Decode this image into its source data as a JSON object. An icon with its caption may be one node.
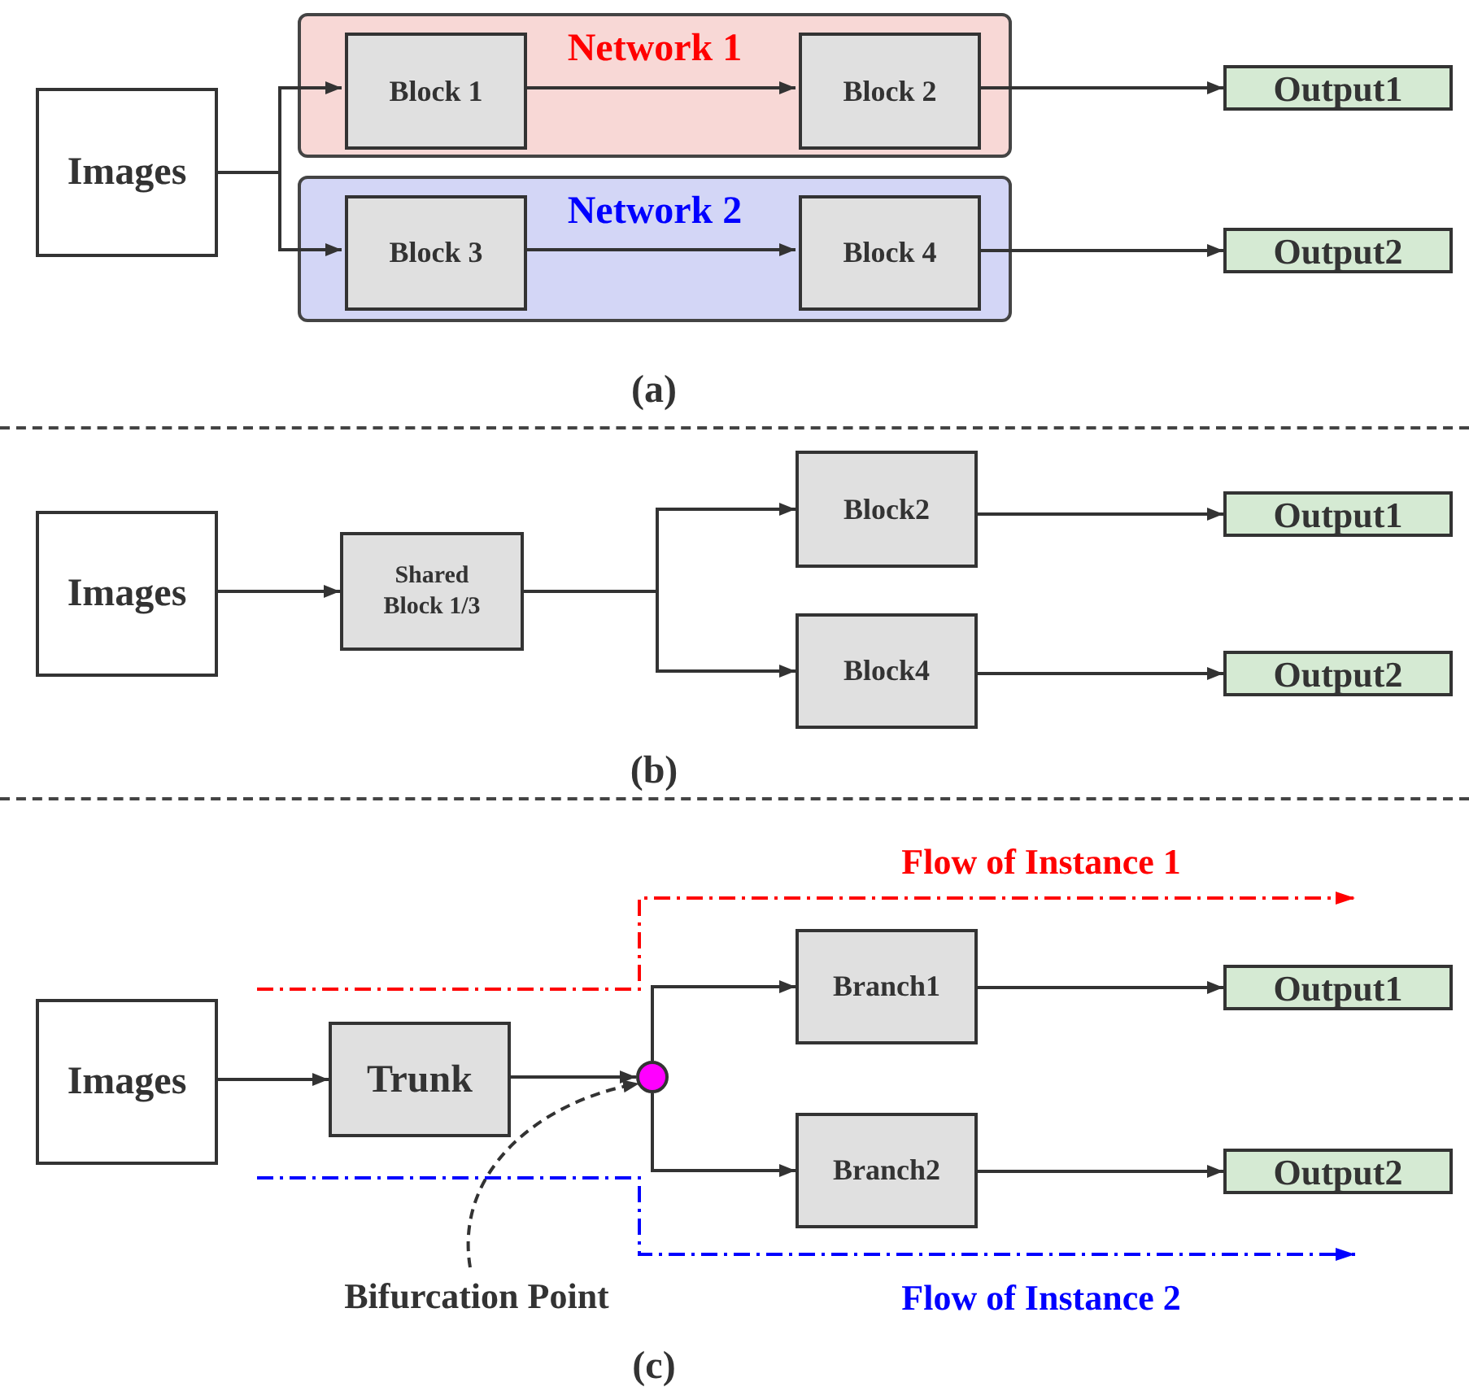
{
  "diagram": {
    "nodes": [
      {
        "text": [
          "Images"
        ]
      },
      {
        "text": [
          "Network 1"
        ]
      },
      {
        "text": [
          "Block 1"
        ],
        "in": 1
      },
      {
        "text": [
          "Block 2"
        ],
        "in": 1
      },
      {
        "text": [
          "Network 2"
        ]
      },
      {
        "text": [
          "Block 3"
        ],
        "in": 4
      },
      {
        "text": [
          "Block 4"
        ],
        "in": 4
      },
      {
        "text": [
          "Output1"
        ]
      },
      {
        "text": [
          "Output2"
        ]
      },
      {
        "text": [
          "Images"
        ]
      },
      {
        "text": [
          "Shared Block 1/3"
        ]
      },
      {
        "text": [
          "Block2"
        ]
      },
      {
        "text": [
          "Block4"
        ]
      },
      {
        "text": [
          "Output1"
        ]
      },
      {
        "text": [
          "Output2"
        ]
      },
      {
        "text": [
          "Images"
        ]
      },
      {
        "text": [
          "Trunk"
        ]
      },
      {
        "text": [],
        "shape": "circle"
      },
      {
        "text": [
          "Branch1"
        ]
      },
      {
        "text": [
          "Branch2"
        ]
      },
      {
        "text": [
          "Output1"
        ]
      },
      {
        "text": [
          "Output2"
        ]
      },
      {
        "text": [
          "Bifurcation Point"
        ]
      }
    ],
    "edges": [
      {
        "from": 0,
        "to": 2,
        "arrow": "to"
      },
      {
        "from": 0,
        "to": 5,
        "arrow": "to"
      },
      {
        "from": 2,
        "to": 3,
        "arrow": "to"
      },
      {
        "from": 5,
        "to": 6,
        "arrow": "to"
      },
      {
        "from": 3,
        "to": 7,
        "arrow": "to"
      },
      {
        "from": 6,
        "to": 8,
        "arrow": "to"
      },
      {
        "from": 9,
        "to": 10,
        "arrow": "to"
      },
      {
        "from": 10,
        "to": 11,
        "arrow": "to"
      },
      {
        "from": 10,
        "to": 12,
        "arrow": "to"
      },
      {
        "from": 11,
        "to": 13,
        "arrow": "to"
      },
      {
        "from": 12,
        "to": 14,
        "arrow": "to"
      },
      {
        "from": 15,
        "to": 16,
        "arrow": "to"
      },
      {
        "from": 16,
        "to": 17,
        "arrow": "to"
      },
      {
        "from": 17,
        "to": 18,
        "arrow": "to"
      },
      {
        "from": 17,
        "to": 19,
        "arrow": "to"
      },
      {
        "from": 18,
        "to": 20,
        "arrow": "to"
      },
      {
        "from": 19,
        "to": 21,
        "arrow": "to"
      },
      {
        "from": 22,
        "to": 17,
        "arrow": "to",
        "style": "dashed"
      }
    ],
    "labels": [
      "(a)",
      "(b)",
      "Flow of Instance 1",
      "Flow of Instance 2",
      "(c)"
    ]
  }
}
